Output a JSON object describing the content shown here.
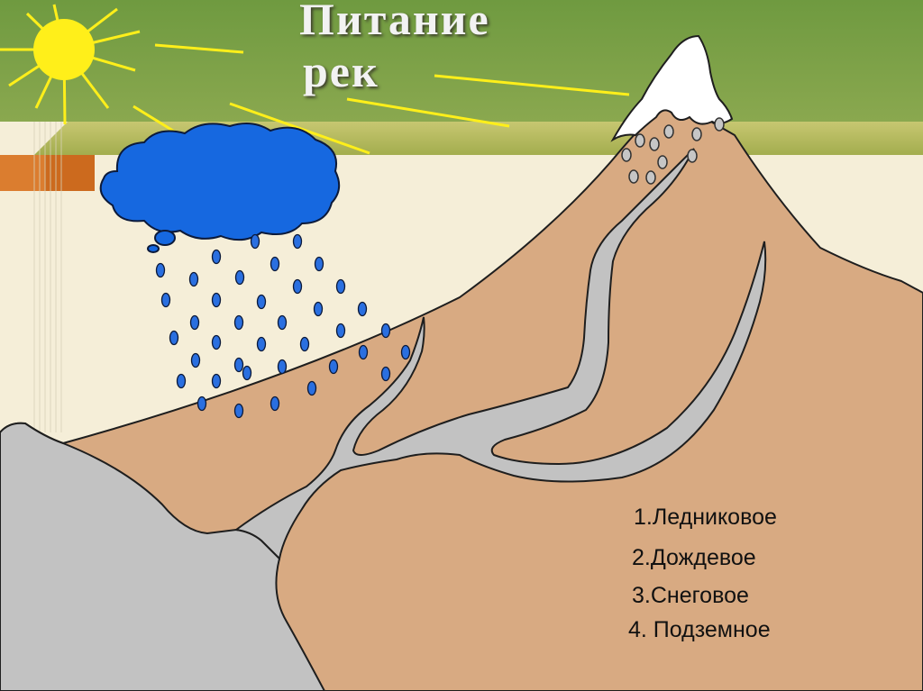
{
  "title": {
    "line1": "Питание",
    "line2": "рек"
  },
  "legend": {
    "item1": "1.Ледниковое",
    "item2": "2.Дождевое",
    "item3": "3.Снеговое",
    "item4": "4. Подземное"
  },
  "icons": [
    "sun-icon",
    "cloud-icon",
    "raindrop-icon",
    "snow-cap-icon",
    "mountain-icon",
    "river-icon"
  ],
  "colors": {
    "header_green": "#7a9a45",
    "band_olive": "#b2bb5a",
    "band_orange": "#cc6a1e",
    "background": "#f5eed8",
    "mountain": "#d8aa82",
    "river": "#c2c2c2",
    "cloud": "#1668e0",
    "sun": "#ffef1a",
    "rain": "#2a6fe0"
  }
}
